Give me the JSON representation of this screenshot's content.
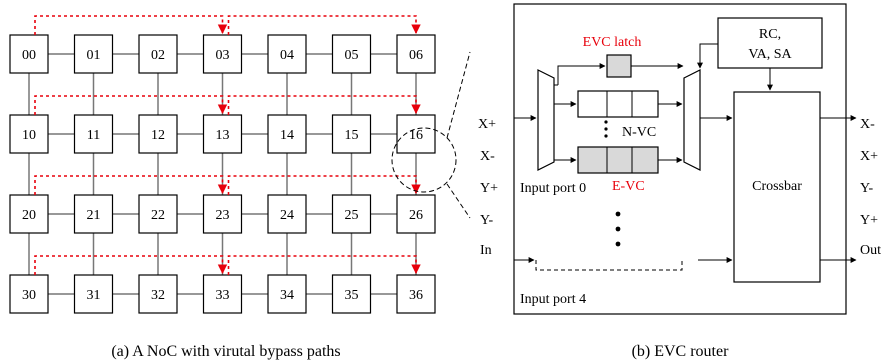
{
  "mesh": {
    "nodes": [
      [
        "00",
        "01",
        "02",
        "03",
        "04",
        "05",
        "06"
      ],
      [
        "10",
        "11",
        "12",
        "13",
        "14",
        "15",
        "16"
      ],
      [
        "20",
        "21",
        "22",
        "23",
        "24",
        "25",
        "26"
      ],
      [
        "30",
        "31",
        "32",
        "33",
        "34",
        "35",
        "36"
      ]
    ],
    "caption": "(a) A NoC with virutal bypass paths"
  },
  "router": {
    "evc_latch": "EVC latch",
    "rc_va_sa": [
      "RC,",
      "VA, SA"
    ],
    "nvc": "N-VC",
    "evc": "E-VC",
    "input_port_0": "Input port 0",
    "input_port_4": "Input port 4",
    "crossbar": "Crossbar",
    "inputs": [
      "X+",
      "X-",
      "Y+",
      "Y-",
      "In"
    ],
    "outputs": [
      "X-",
      "X+",
      "Y-",
      "Y+",
      "Out"
    ],
    "caption": "(b) EVC router"
  },
  "colors": {
    "accent": "#e8000b",
    "line": "#000000",
    "fill_gray": "#d9d9d9"
  }
}
